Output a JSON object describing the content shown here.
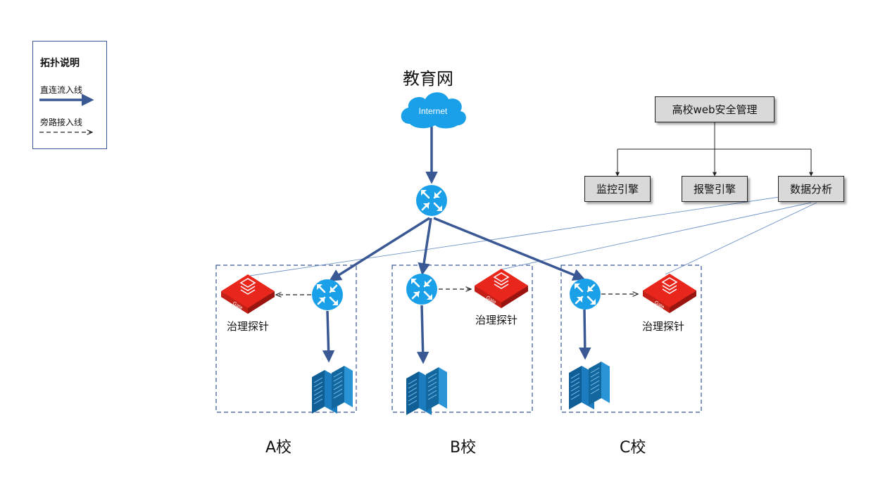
{
  "legend": {
    "title": "拓扑说明",
    "direct_line": "直连流入线",
    "bypass_line": "旁路接入线"
  },
  "network": {
    "title": "教育网",
    "cloud_label": "Internet"
  },
  "management": {
    "root": "高校web安全管理",
    "children": [
      "监控引擎",
      "报警引擎",
      "数据分析"
    ]
  },
  "probe": {
    "label": "治理探针",
    "badge": "Gate"
  },
  "schools": [
    "A校",
    "B校",
    "C校"
  ],
  "colors": {
    "direct_line": "#3a5894",
    "bypass_line": "#222222",
    "analysis_line": "#6f93c9",
    "router": "#1aa0e8",
    "probe": "#e8261c",
    "cloud": "#1aa0e8",
    "management_box": "#d9d9d9"
  }
}
